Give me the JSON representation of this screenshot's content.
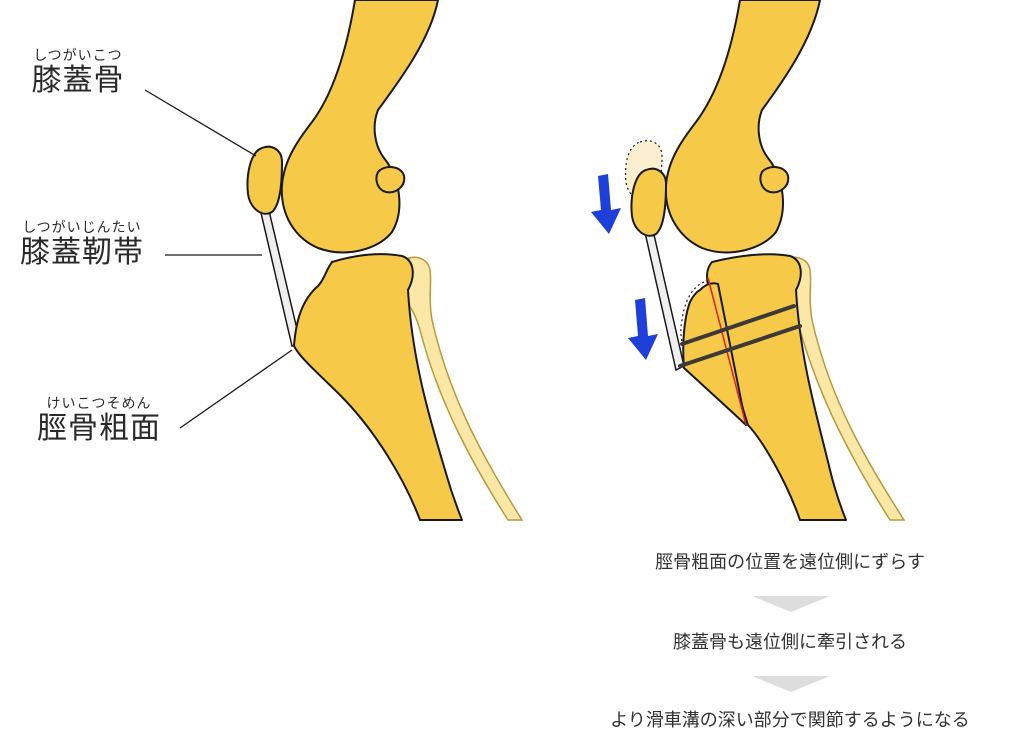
{
  "labels": {
    "patella": {
      "ruby": "しつがいこつ",
      "text": "膝蓋骨"
    },
    "ligament": {
      "ruby": "しつがいじんたい",
      "text": "膝蓋靭帯"
    },
    "tuberosity": {
      "ruby": "けいこつそめん",
      "text": "脛骨粗面"
    }
  },
  "steps": [
    "脛骨粗面の位置を遠位側にずらす",
    "膝蓋骨も遠位側に牽引される",
    "より滑車溝の深い部分で関節するようになる"
  ],
  "colors": {
    "bone": "#F7C948",
    "fibula": "#FBE7A6",
    "outline": "#1a1a1a",
    "arrow": "#1E3FD9",
    "cut_line": "#E02020",
    "pin": "#3a3a3a",
    "chevron": "#DDDDDD"
  },
  "icons": [
    "down-arrow-icon",
    "chevron-down-icon"
  ]
}
